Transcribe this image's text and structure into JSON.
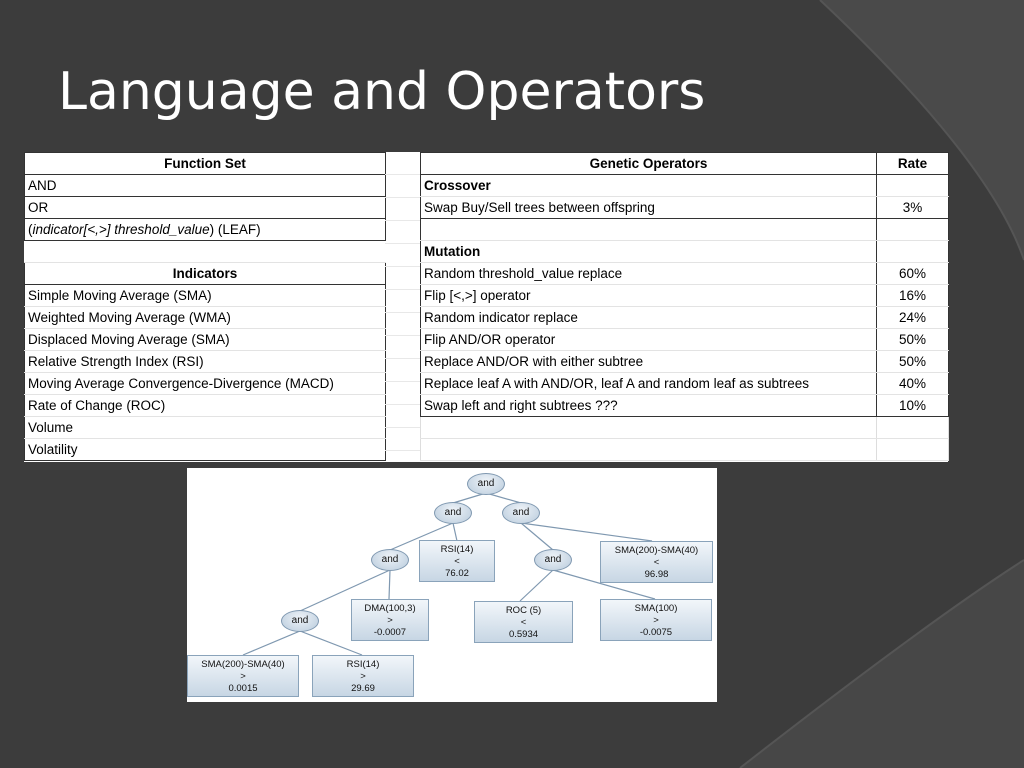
{
  "slide": {
    "title": "Language and Operators"
  },
  "function_set": {
    "header": "Function Set",
    "rows": [
      "AND",
      "OR"
    ],
    "leaf": {
      "open": "(",
      "italic": "indicator[<,>] threshold_value",
      "close": ") (LEAF)"
    }
  },
  "indicators": {
    "header": "Indicators",
    "rows": [
      "Simple Moving Average (SMA)",
      "Weighted Moving Average (WMA)",
      "Displaced Moving Average (SMA)",
      "Relative Strength Index (RSI)",
      "Moving Average Convergence-Divergence (MACD)",
      "Rate of Change (ROC)",
      "Volume",
      "Volatility"
    ]
  },
  "genetic_operators": {
    "header": "Genetic Operators",
    "rate_header": "Rate",
    "crossover_label": "Crossover",
    "crossover": [
      {
        "op": "Swap Buy/Sell trees between offspring",
        "rate": "3%"
      }
    ],
    "mutation_label": "Mutation",
    "mutation": [
      {
        "op": "Random threshold_value replace",
        "rate": "60%"
      },
      {
        "op": "Flip [<,>] operator",
        "rate": "16%"
      },
      {
        "op": "Random indicator replace",
        "rate": "24%"
      },
      {
        "op": "Flip AND/OR operator",
        "rate": "50%"
      },
      {
        "op": "Replace AND/OR with either subtree",
        "rate": "50%"
      },
      {
        "op": "Replace leaf A with AND/OR, leaf A and random leaf as subtrees",
        "rate": "40%"
      },
      {
        "op": "Swap left and right subtrees ???",
        "rate": "10%"
      }
    ]
  },
  "tree": {
    "and_label": "and",
    "leaves": [
      {
        "indicator": "RSI(14)",
        "op": "<",
        "value": "76.02"
      },
      {
        "indicator": "SMA(200)-SMA(40)",
        "op": "<",
        "value": "96.98"
      },
      {
        "indicator": "DMA(100,3)",
        "op": ">",
        "value": "-0.0007"
      },
      {
        "indicator": "ROC (5)",
        "op": "<",
        "value": "0.5934"
      },
      {
        "indicator": "SMA(100)",
        "op": ">",
        "value": "-0.0075"
      },
      {
        "indicator": "SMA(200)-SMA(40)",
        "op": ">",
        "value": "0.0015"
      },
      {
        "indicator": "RSI(14)",
        "op": ">",
        "value": "29.69"
      }
    ]
  }
}
